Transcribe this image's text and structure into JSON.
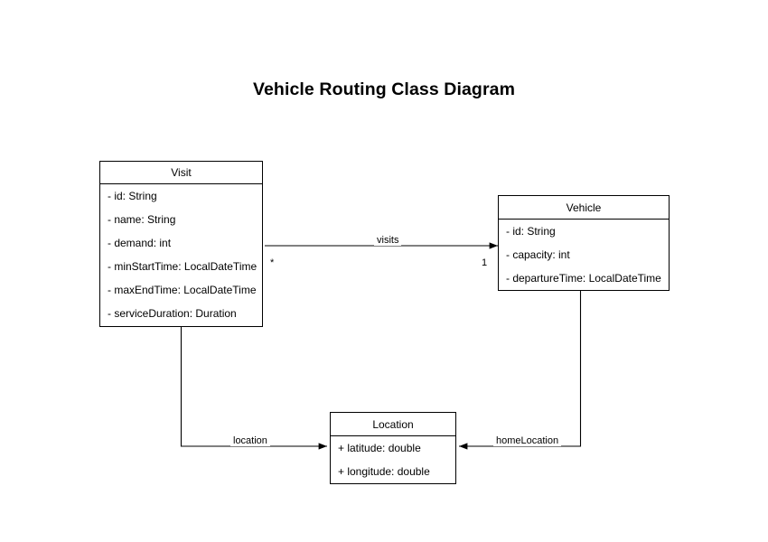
{
  "diagram": {
    "title": "Vehicle Routing Class Diagram",
    "type": "uml-class-diagram",
    "background_color": "#ffffff",
    "stroke_color": "#000000",
    "classes": [
      {
        "id": "visit",
        "name": "Visit",
        "attributes": [
          "- id: String",
          "- name: String",
          "- demand: int",
          "- minStartTime: LocalDateTime",
          "- maxEndTime: LocalDateTime",
          "- serviceDuration: Duration"
        ]
      },
      {
        "id": "vehicle",
        "name": "Vehicle",
        "attributes": [
          "- id: String",
          "- capacity: int",
          "- departureTime: LocalDateTime"
        ]
      },
      {
        "id": "location",
        "name": "Location",
        "attributes": [
          "+ latitude: double",
          "+ longitude: double"
        ]
      }
    ],
    "relationships": [
      {
        "id": "visits",
        "label": "visits",
        "from": "Vehicle",
        "to": "Visit",
        "source_multiplicity": "1",
        "target_multiplicity": "*"
      },
      {
        "id": "location",
        "label": "location",
        "from": "Visit",
        "to": "Location"
      },
      {
        "id": "homeLocation",
        "label": "homeLocation",
        "from": "Vehicle",
        "to": "Location"
      }
    ]
  }
}
